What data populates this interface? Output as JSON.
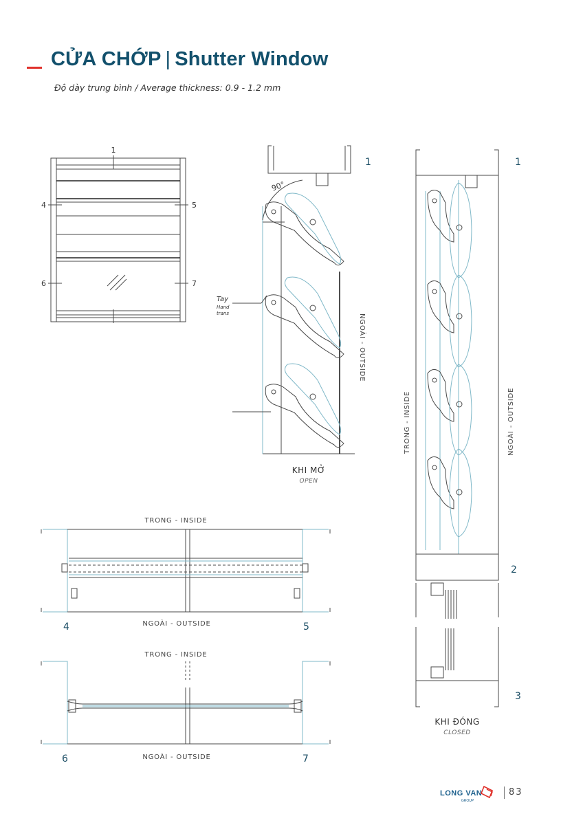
{
  "header": {
    "title_vi": "CỬA CHỚP",
    "title_separator": "|",
    "title_en": "Shutter Window",
    "subtitle": "Độ dày trung bình / Average thickness: 0.9 - 1.2 mm",
    "accent_color": "#e0312b",
    "title_color": "#12506c"
  },
  "elevation": {
    "labels": [
      "1",
      "4",
      "5",
      "6",
      "7"
    ]
  },
  "section_open": {
    "number": "1",
    "angle": "90°",
    "hand_label": "Tay",
    "hand_sub1": "Hand",
    "hand_sub2": "trans",
    "outside_label": "NGOÀI - OUTSIDE",
    "caption": "KHI MỞ",
    "caption_sub": "OPEN"
  },
  "section_closed": {
    "number_top": "1",
    "number_mid": "2",
    "number_bottom": "3",
    "inside_label": "TRONG - INSIDE",
    "outside_label": "NGOÀI - OUTSIDE",
    "caption": "KHI ĐÓNG",
    "caption_sub": "CLOSED"
  },
  "plan_45": {
    "top_label": "TRONG - INSIDE",
    "bottom_label": "NGOÀI - OUTSIDE",
    "left_number": "4",
    "right_number": "5"
  },
  "plan_67": {
    "top_label": "TRONG - INSIDE",
    "bottom_label": "NGOÀI - OUTSIDE",
    "left_number": "6",
    "right_number": "7"
  },
  "footer": {
    "logo_text": "LONG VAN",
    "logo_sub": "GROUP",
    "page_number": "83",
    "logo_color": "#1b5f8c",
    "logo_icon_color": "#e0312b"
  }
}
